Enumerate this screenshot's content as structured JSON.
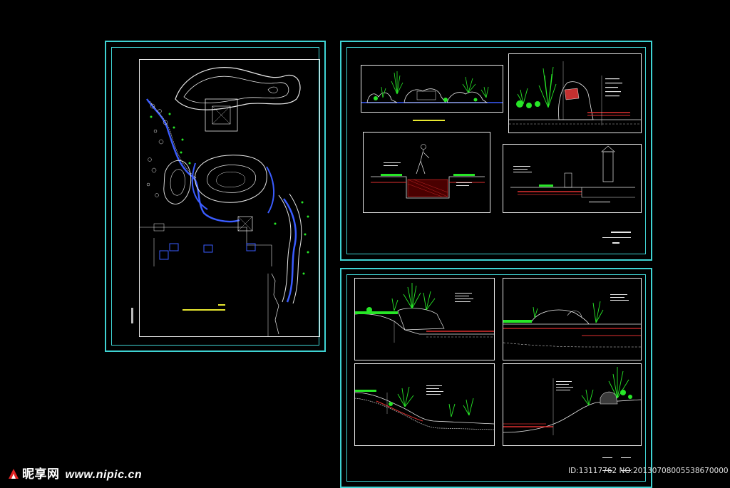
{
  "watermark": {
    "logo_text": "昵享网",
    "url": "www.nipic.cn",
    "image_id": "ID:13117762 NO:20130708005538670000"
  },
  "colors": {
    "background": "#000000",
    "sheet_border": "#3fd3d3",
    "panel_border": "#e8e8e8",
    "plant": "#27e627",
    "rock": "#d9d9d9",
    "water": "#3a5cff",
    "soil": "#e03030",
    "label": "#e8e830"
  },
  "sheets": [
    "plan-sheet",
    "sections-sheet-upper",
    "sections-sheet-lower"
  ]
}
